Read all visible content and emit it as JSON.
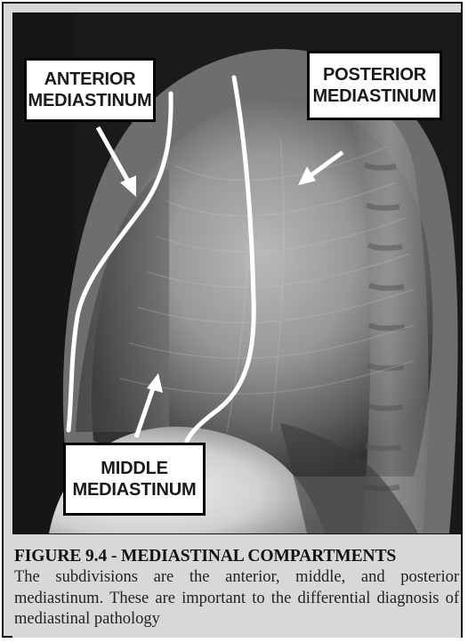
{
  "labels": {
    "anterior": {
      "line1": "ANTERIOR",
      "line2": "MEDIASTINUM"
    },
    "posterior": {
      "line1": "POSTERIOR",
      "line2": "MEDIASTINUM"
    },
    "middle": {
      "line1": "MIDDLE",
      "line2": "MEDIASTINUM"
    }
  },
  "caption": {
    "title": "FIGURE 9.4 - MEDIASTINAL COMPARTMENTS",
    "body": "The subdivisions are the anterior, middle, and posterior mediastinum. These are important to the differential diagnosis of mediastinal pathology"
  },
  "colors": {
    "frame_background": "#d8d8d8",
    "border": "#111111",
    "label_background": "#ffffff",
    "annotation_lines": "#ffffff"
  }
}
